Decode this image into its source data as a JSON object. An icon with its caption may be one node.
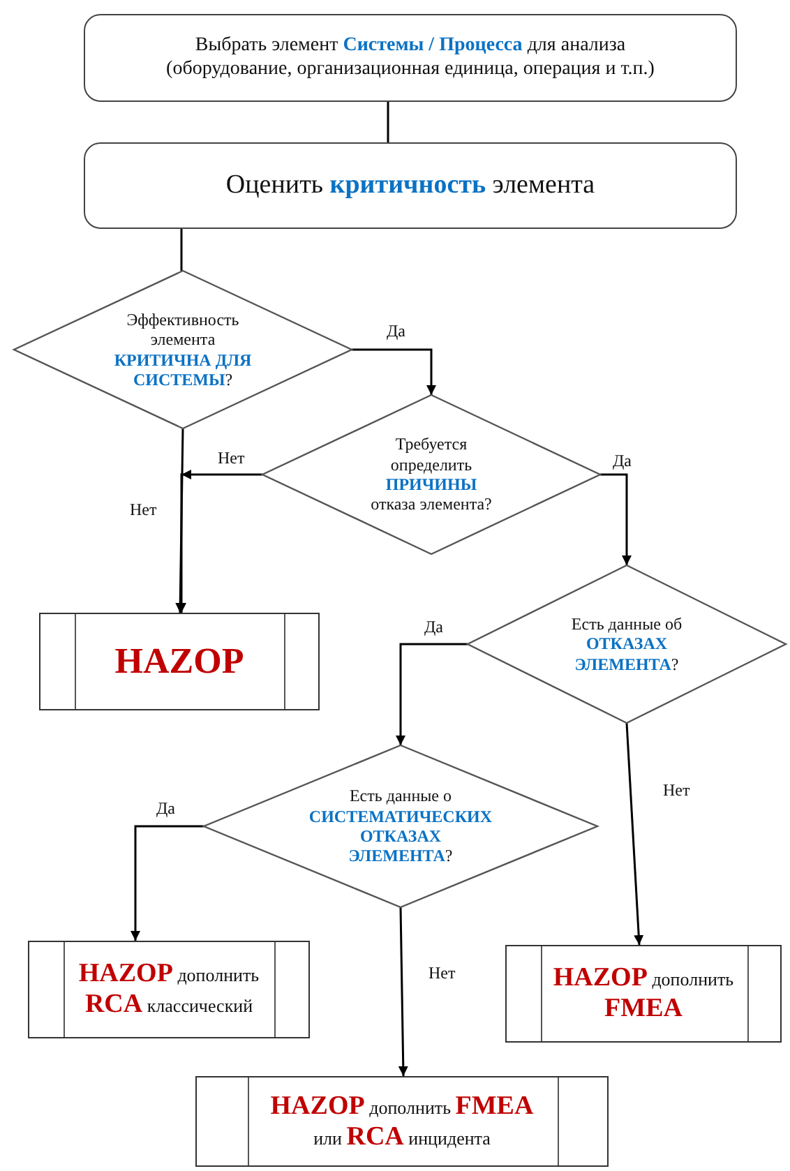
{
  "diagram": {
    "nodes": [
      {
        "text": [
          "Выбрать элемент **Системы / Процесса** для анализа (оборудование, организационная единица, операция и т.п.)"
        ]
      },
      {
        "text": [
          "Оценить **критичность** элемента"
        ]
      },
      {
        "text": [
          "Эффективность элемента **КРИТИЧНА ДЛЯ СИСТЕМЫ**?"
        ]
      },
      {
        "text": [
          "Требуется определить **ПРИЧИНЫ** отказа элемента?"
        ]
      },
      {
        "text": [
          "HAZOP"
        ]
      },
      {
        "text": [
          "Есть данные об **ОТКАЗАХ ЭЛЕМЕНТА**?"
        ]
      },
      {
        "text": [
          "Есть данные о **СИСТЕМАТИЧЕСКИХ ОТКАЗАХ ЭЛЕМЕНТА**?"
        ]
      },
      {
        "text": [
          "**HAZOP** дополнить **RCA** классический"
        ]
      },
      {
        "text": [
          "**HAZOP** дополнить **FMEA**"
        ]
      },
      {
        "text": [
          "**HAZOP** дополнить **FMEA** или **RCA** инцидента"
        ]
      }
    ],
    "edges": [
      {
        "from": 0,
        "to": 1,
        "arrow": "none"
      },
      {
        "from": 1,
        "to": 2,
        "arrow": "none"
      },
      {
        "from": 2,
        "to": 3,
        "arrow": "to",
        "label": "Да"
      },
      {
        "from": 2,
        "to": 4,
        "arrow": "to",
        "label": "Нет"
      },
      {
        "from": 3,
        "to": 4,
        "arrow": "to",
        "label": "Нет"
      },
      {
        "from": 3,
        "to": 5,
        "arrow": "to",
        "label": "Да"
      },
      {
        "from": 5,
        "to": 6,
        "arrow": "to",
        "label": "Да"
      },
      {
        "from": 5,
        "to": 8,
        "arrow": "to",
        "label": "Нет"
      },
      {
        "from": 6,
        "to": 7,
        "arrow": "to",
        "label": "Да"
      },
      {
        "from": 6,
        "to": 9,
        "arrow": "to",
        "label": "Нет"
      }
    ]
  }
}
